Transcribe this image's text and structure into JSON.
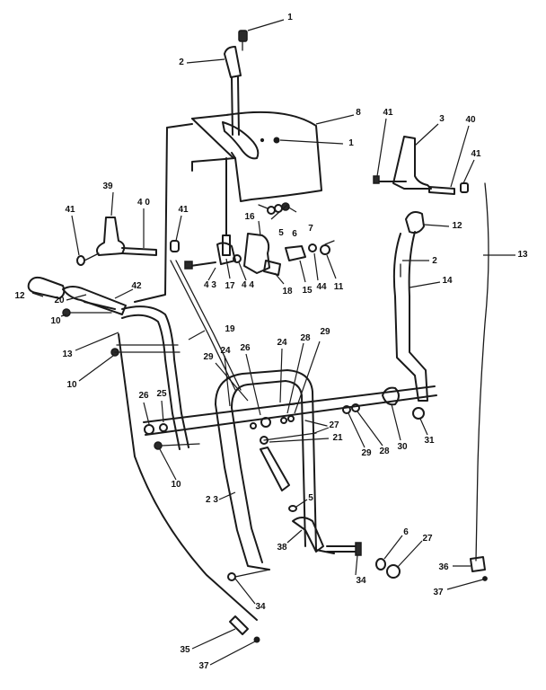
{
  "diagram": {
    "ink_color": "#1a1a1a",
    "background_color": "#ffffff",
    "callouts": [
      {
        "id": "c1a",
        "text": "1"
      },
      {
        "id": "c1b",
        "text": "1"
      },
      {
        "id": "c2a",
        "text": "2"
      },
      {
        "id": "c2b",
        "text": "2"
      },
      {
        "id": "c3",
        "text": "3"
      },
      {
        "id": "c5a",
        "text": "5"
      },
      {
        "id": "c5b",
        "text": "5"
      },
      {
        "id": "c6a",
        "text": "6"
      },
      {
        "id": "c6b",
        "text": "6"
      },
      {
        "id": "c7",
        "text": "7"
      },
      {
        "id": "c8",
        "text": "8"
      },
      {
        "id": "c10a",
        "text": "10"
      },
      {
        "id": "c10b",
        "text": "10"
      },
      {
        "id": "c10c",
        "text": "10"
      },
      {
        "id": "c11",
        "text": "11"
      },
      {
        "id": "c12a",
        "text": "12"
      },
      {
        "id": "c12b",
        "text": "12"
      },
      {
        "id": "c13a",
        "text": "13"
      },
      {
        "id": "c13b",
        "text": "13"
      },
      {
        "id": "c14",
        "text": "14"
      },
      {
        "id": "c15",
        "text": "15"
      },
      {
        "id": "c16",
        "text": "16"
      },
      {
        "id": "c17",
        "text": "17"
      },
      {
        "id": "c18",
        "text": "18"
      },
      {
        "id": "c19",
        "text": "19"
      },
      {
        "id": "c20",
        "text": "20"
      },
      {
        "id": "c21",
        "text": "21"
      },
      {
        "id": "c23",
        "text": "2 3"
      },
      {
        "id": "c24a",
        "text": "24"
      },
      {
        "id": "c24b",
        "text": "24"
      },
      {
        "id": "c25",
        "text": "25"
      },
      {
        "id": "c26a",
        "text": "26"
      },
      {
        "id": "c26b",
        "text": "26"
      },
      {
        "id": "c27a",
        "text": "27"
      },
      {
        "id": "c27b",
        "text": "27"
      },
      {
        "id": "c28a",
        "text": "28"
      },
      {
        "id": "c28b",
        "text": "28"
      },
      {
        "id": "c29a",
        "text": "29"
      },
      {
        "id": "c29b",
        "text": "29"
      },
      {
        "id": "c29c",
        "text": "29"
      },
      {
        "id": "c30",
        "text": "30"
      },
      {
        "id": "c31",
        "text": "31"
      },
      {
        "id": "c34a",
        "text": "34"
      },
      {
        "id": "c34b",
        "text": "34"
      },
      {
        "id": "c35",
        "text": "35"
      },
      {
        "id": "c36",
        "text": "36"
      },
      {
        "id": "c37a",
        "text": "37"
      },
      {
        "id": "c37b",
        "text": "37"
      },
      {
        "id": "c38",
        "text": "38"
      },
      {
        "id": "c39",
        "text": "39"
      },
      {
        "id": "c40a",
        "text": "4 0"
      },
      {
        "id": "c40b",
        "text": "40"
      },
      {
        "id": "c41a",
        "text": "41"
      },
      {
        "id": "c41b",
        "text": "41"
      },
      {
        "id": "c41c",
        "text": "41"
      },
      {
        "id": "c41d",
        "text": "41"
      },
      {
        "id": "c42",
        "text": "42"
      },
      {
        "id": "c43",
        "text": "4 3"
      },
      {
        "id": "c44a",
        "text": "4 4"
      },
      {
        "id": "c44b",
        "text": "44"
      }
    ]
  }
}
